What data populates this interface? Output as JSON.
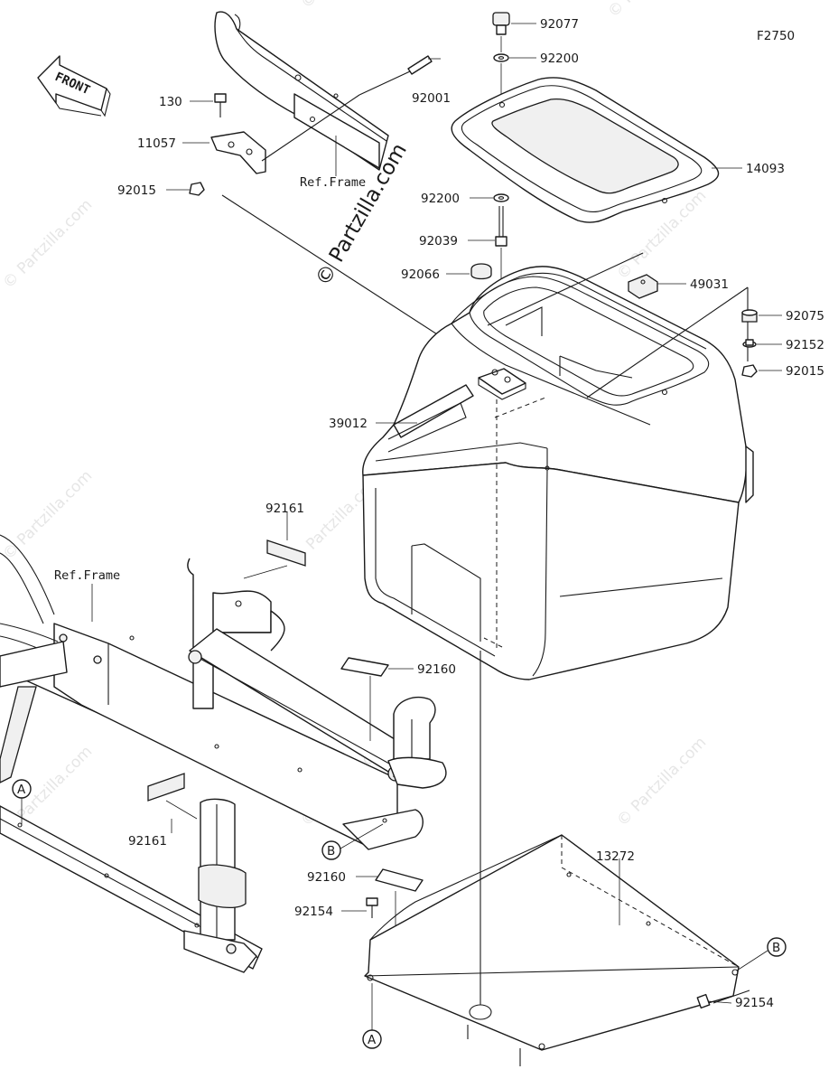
{
  "diagram_code": "F2750",
  "front_label": "FRONT",
  "watermark_main": "© Partzilla.com",
  "watermark_repeat": "© Partzilla.com",
  "ref_frame_top": "Ref.Frame",
  "ref_frame_left": "Ref.Frame",
  "parts": {
    "p92077": "92077",
    "p92200_top": "92200",
    "p92001": "92001",
    "p130": "130",
    "p11057": "11057",
    "p92015_left": "92015",
    "p14093": "14093",
    "p92200_mid": "92200",
    "p92039": "92039",
    "p92066": "92066",
    "p49031": "49031",
    "p92075": "92075",
    "p92152": "92152",
    "p92015_right": "92015",
    "p39012": "39012",
    "p92161_top": "92161",
    "p92160_top": "92160",
    "p92161_bottom": "92161",
    "p92160_bottom": "92160",
    "p92154_left": "92154",
    "p13272": "13272",
    "p92154_right": "92154"
  },
  "callouts": {
    "a_left": "A",
    "a_bottom": "A",
    "b_mid": "B",
    "b_right": "B"
  }
}
